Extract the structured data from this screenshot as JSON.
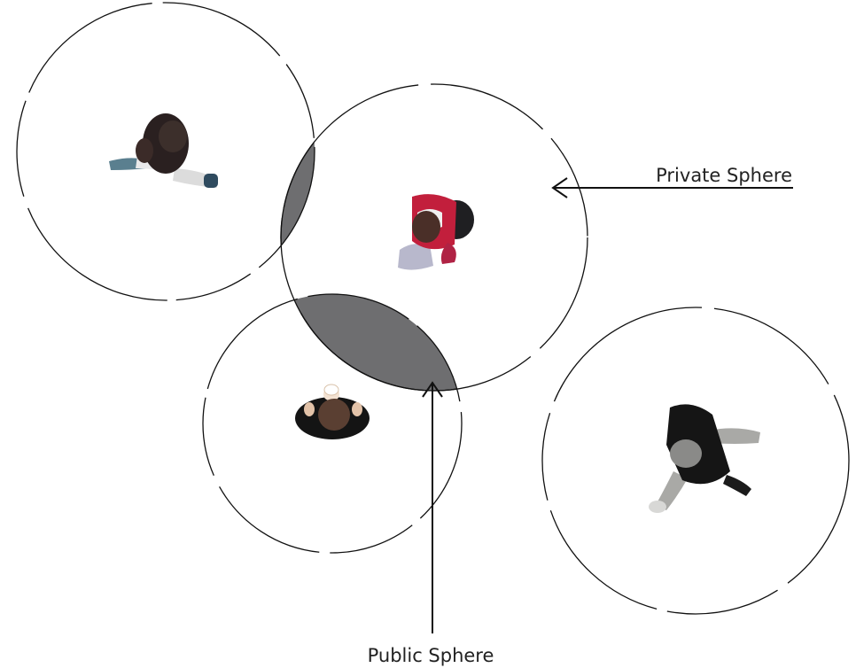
{
  "labels": {
    "private_sphere": "Private Sphere",
    "public_sphere": "Public Sphere"
  },
  "colors": {
    "overlap_fill": "#6e6e70",
    "stroke": "#111111",
    "label_text": "#222222"
  },
  "people": [
    {
      "name": "person-top-left",
      "description_icon": "walking-person-icon"
    },
    {
      "name": "person-center",
      "description_icon": "walking-person-icon"
    },
    {
      "name": "person-bottom-left",
      "description_icon": "standing-person-icon"
    },
    {
      "name": "person-right",
      "description_icon": "walking-person-icon"
    }
  ]
}
